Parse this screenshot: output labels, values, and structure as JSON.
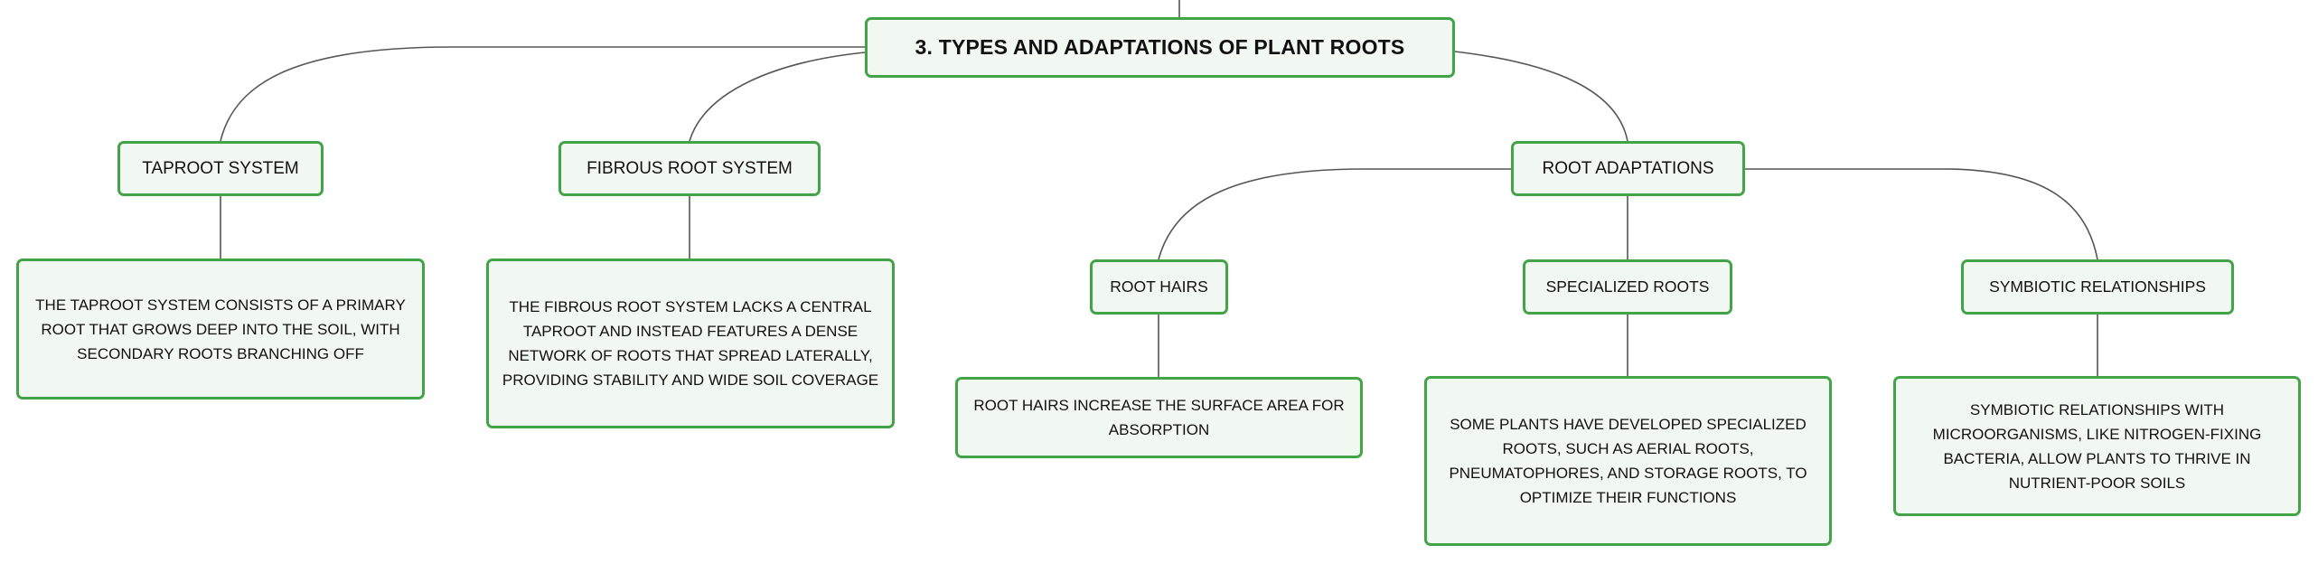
{
  "colors": {
    "node_border": "#43a447",
    "node_fill": "#f1f8f1",
    "connector": "#555555",
    "text": "#111111"
  },
  "mind_map": {
    "root": {
      "label": "3. TYPES AND ADAPTATIONS OF PLANT ROOTS"
    },
    "taproot": {
      "label": "TAPROOT SYSTEM",
      "description": "THE TAPROOT SYSTEM CONSISTS OF A PRIMARY ROOT THAT GROWS DEEP INTO THE SOIL, WITH SECONDARY ROOTS BRANCHING OFF"
    },
    "fibrous": {
      "label": "FIBROUS ROOT SYSTEM",
      "description": "THE FIBROUS ROOT SYSTEM LACKS A CENTRAL TAPROOT AND INSTEAD FEATURES A DENSE NETWORK OF ROOTS THAT SPREAD LATERALLY, PROVIDING STABILITY AND WIDE SOIL COVERAGE"
    },
    "adaptations": {
      "label": "ROOT ADAPTATIONS",
      "root_hairs": {
        "label": "ROOT HAIRS",
        "description": "ROOT HAIRS INCREASE THE SURFACE AREA FOR ABSORPTION"
      },
      "specialized": {
        "label": "SPECIALIZED ROOTS",
        "description": "SOME PLANTS HAVE DEVELOPED SPECIALIZED ROOTS, SUCH AS AERIAL ROOTS, PNEUMATOPHORES, AND STORAGE ROOTS, TO OPTIMIZE THEIR FUNCTIONS"
      },
      "symbiotic": {
        "label": "SYMBIOTIC RELATIONSHIPS",
        "description": "SYMBIOTIC RELATIONSHIPS WITH MICROORGANISMS, LIKE NITROGEN-FIXING BACTERIA, ALLOW PLANTS TO THRIVE IN NUTRIENT-POOR SOILS"
      }
    }
  }
}
